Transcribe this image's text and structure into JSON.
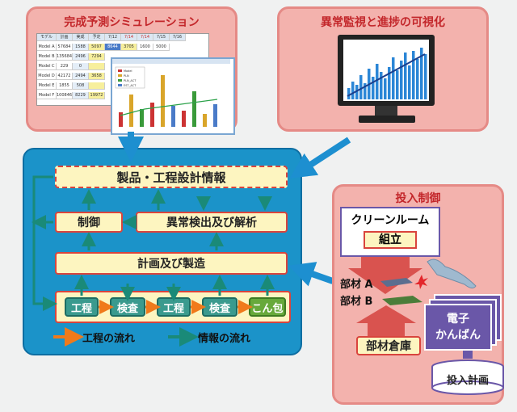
{
  "simulation": {
    "title": "完成予測シミュレーション",
    "table_headers": [
      "モデル",
      "計画",
      "実成",
      "予定",
      "7/12",
      "7/14",
      "7/14",
      "7/15",
      "7/16"
    ],
    "table_rows": [
      [
        "Model A",
        "57684",
        "1588",
        "5097"
      ],
      [
        "Model B",
        "135684",
        "2496",
        "7294"
      ],
      [
        "Model C",
        "229",
        "0",
        ""
      ],
      [
        "Model D",
        "42172",
        "2494",
        "3658"
      ],
      [
        "Model E",
        "1855",
        "508",
        ""
      ],
      [
        "Model F",
        "100846",
        "8229",
        "19972"
      ]
    ],
    "table_partial": [
      "8644",
      "3705",
      "1600",
      "5000"
    ],
    "legend_items": [
      "Model",
      "PLN",
      "PLN_ACT",
      "EST_ACT"
    ]
  },
  "monitoring": {
    "title": "異常監視と進捗の可視化"
  },
  "input_control": {
    "title": "投入制御",
    "cleanroom": "クリーンルーム",
    "assembly": "組立",
    "part_a": "部材 A",
    "part_b": "部材 B",
    "warehouse": "部材倉庫",
    "kanban_line1": "電子",
    "kanban_line2": "かんばん",
    "plan": "投入計画"
  },
  "main": {
    "design_info": "製品・工程設計情報",
    "control": "制御",
    "anomaly": "異常検出及び解析",
    "planning": "計画及び製造",
    "steps": [
      "工程",
      "検査",
      "工程",
      "検査",
      "こん包"
    ],
    "legend_process": "工程の流れ",
    "legend_info": "情報の流れ"
  },
  "colors": {
    "pink_panel": "#f3b2ad",
    "blue_panel": "#1b93c9",
    "box_fill": "#fdf5c0",
    "box_border": "#d9443d",
    "step_teal": "#3a9a8e",
    "step_green": "#67a93b",
    "process_arrow": "#f07a1b",
    "info_arrow": "#1a8a78",
    "link_arrow": "#1d8fd0"
  }
}
